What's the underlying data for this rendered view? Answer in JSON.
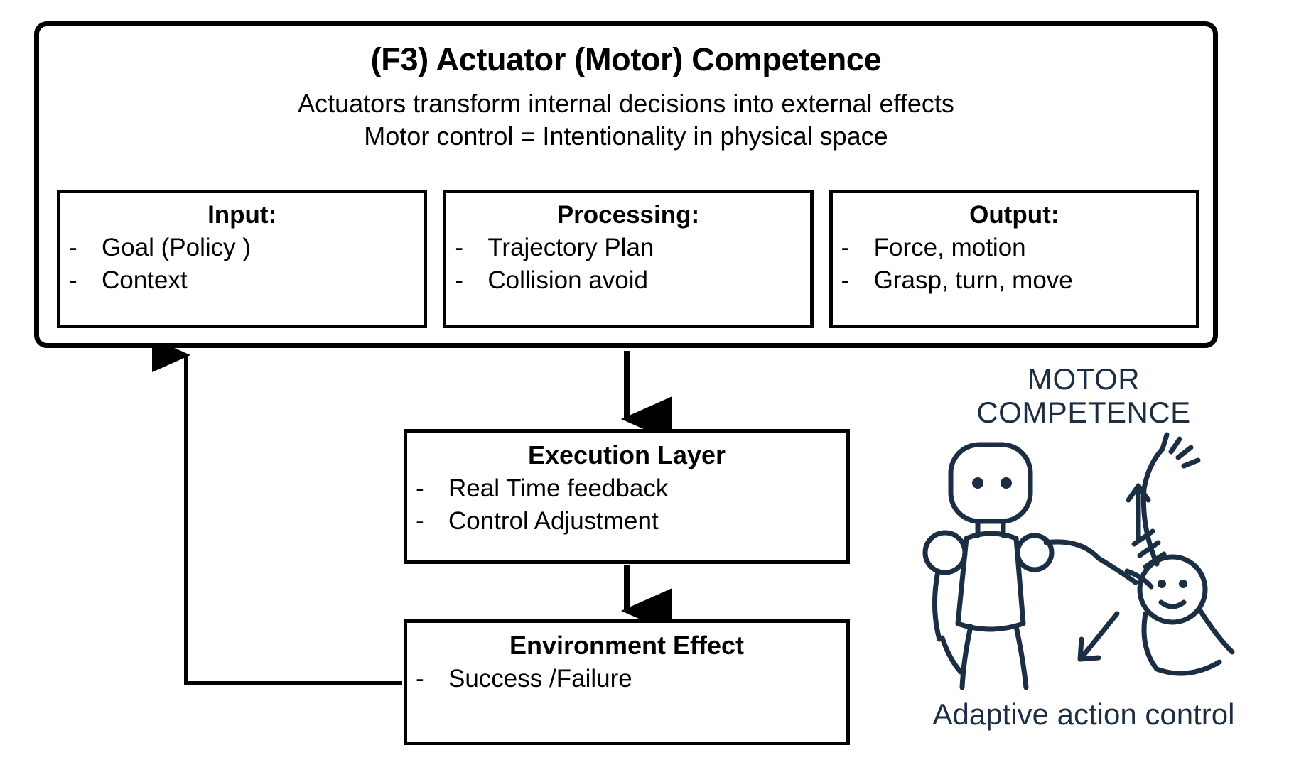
{
  "main_panel": {
    "title": "(F3) Actuator (Motor) Competence",
    "subtitle_line_1": "Actuators transform internal decisions into external effects",
    "subtitle_line_2": "Motor control = Intentionality in physical space",
    "columns": [
      {
        "heading": "Input:",
        "bullet_marker": "-",
        "items": [
          "Goal (Policy )",
          "Context"
        ]
      },
      {
        "heading": "Processing:",
        "bullet_marker": "-",
        "items": [
          "Trajectory Plan",
          "Collision avoid"
        ]
      },
      {
        "heading": "Output:",
        "bullet_marker": "-",
        "items": [
          "Force, motion",
          "Grasp, turn, move"
        ]
      }
    ]
  },
  "flow": {
    "execution_layer": {
      "heading": "Execution Layer",
      "bullet_marker": "-",
      "items": [
        "Real Time feedback",
        "Control Adjustment"
      ]
    },
    "environment_effect": {
      "heading": "Environment Effect",
      "bullet_marker": "-",
      "items": [
        "Success /Failure"
      ]
    }
  },
  "illustration": {
    "title_line_1": "MOTOR",
    "title_line_2": "COMPETENCE",
    "caption": "Adaptive action control",
    "icon_name": "robot-assisting-person-illustration"
  },
  "colors": {
    "stroke": "#000000",
    "illustration_ink": "#1b2e44",
    "background": "#ffffff"
  }
}
